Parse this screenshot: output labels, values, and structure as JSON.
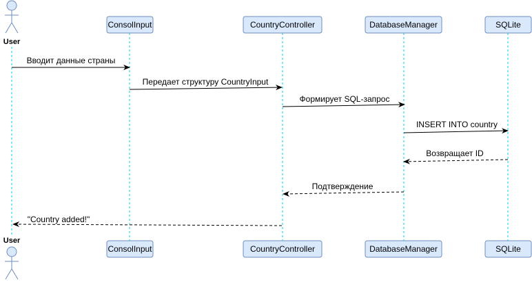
{
  "colors": {
    "box_fill": "#dae8fc",
    "box_stroke": "#6c8ebf",
    "lifeline": "#00d5e6",
    "arrow": "#000000",
    "actor_fill": "#dae8fc",
    "actor_stroke": "#6c8ebf"
  },
  "actor": {
    "label": "User",
    "icon": "stick-figure-icon"
  },
  "participants": [
    "ConsolInput",
    "CountryController",
    "DatabaseManager",
    "SQLite"
  ],
  "messages": [
    {
      "from": "User",
      "to": "ConsolInput",
      "label": "Вводит данные страны",
      "style": "solid"
    },
    {
      "from": "ConsolInput",
      "to": "CountryController",
      "label": "Передает структуру CountryInput",
      "style": "solid"
    },
    {
      "from": "CountryController",
      "to": "DatabaseManager",
      "label": "Формирует SQL-запрос",
      "style": "solid"
    },
    {
      "from": "DatabaseManager",
      "to": "SQLite",
      "label": "INSERT INTO country",
      "style": "solid"
    },
    {
      "from": "SQLite",
      "to": "DatabaseManager",
      "label": "Возвращает ID",
      "style": "dashed"
    },
    {
      "from": "DatabaseManager",
      "to": "CountryController",
      "label": "Подтверждение",
      "style": "dashed"
    },
    {
      "from": "CountryController",
      "to": "User",
      "label": "\"Country added!\"",
      "style": "dashed"
    }
  ]
}
